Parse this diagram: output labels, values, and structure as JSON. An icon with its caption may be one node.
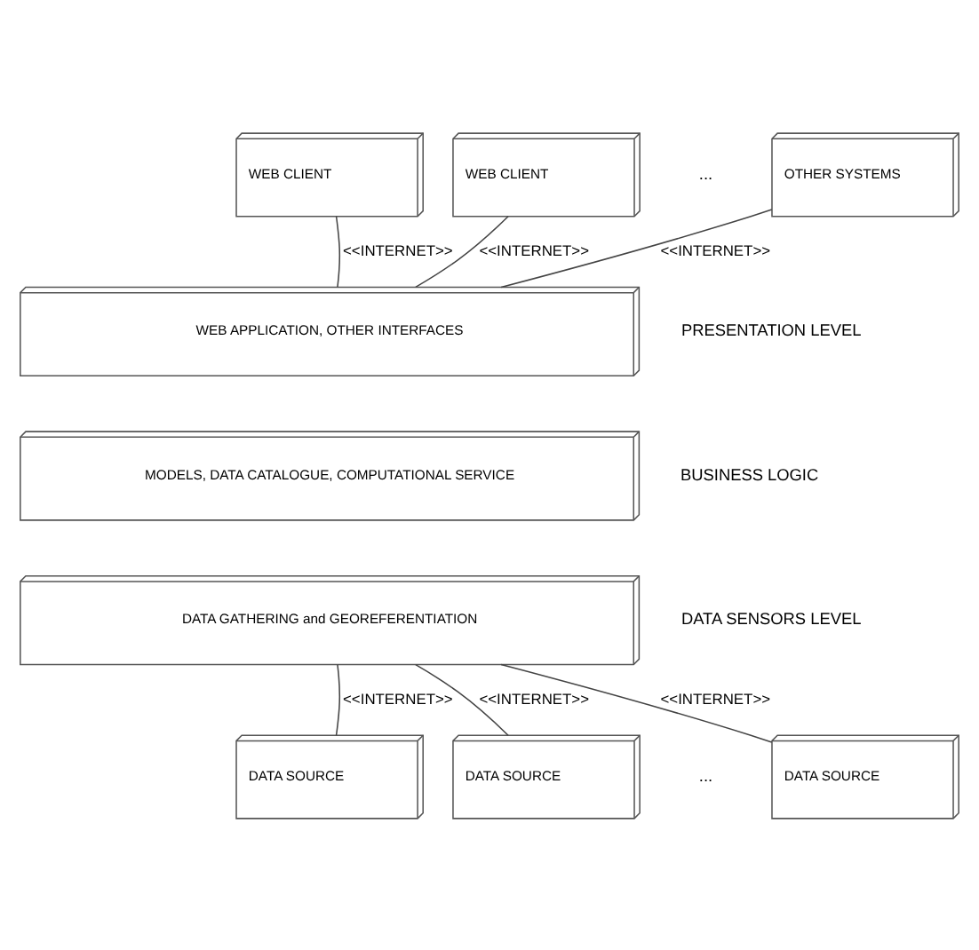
{
  "diagram": {
    "nodes": [
      {
        "text": [
          "WEB CLIENT"
        ]
      },
      {
        "text": [
          "WEB CLIENT"
        ]
      },
      {
        "text": [
          "OTHER SYSTEMS"
        ]
      },
      {
        "text": [
          "WEB APPLICATION, OTHER INTERFACES"
        ]
      },
      {
        "text": [
          "MODELS, DATA CATALOGUE, COMPUTATIONAL SERVICE"
        ]
      },
      {
        "text": [
          "DATA GATHERING and GEOREFERENTIATION"
        ]
      },
      {
        "text": [
          "DATA SOURCE"
        ]
      },
      {
        "text": [
          "DATA SOURCE"
        ]
      },
      {
        "text": [
          "DATA SOURCE"
        ]
      }
    ],
    "edges": [
      {
        "from": 0,
        "to": 3,
        "arrow": "none",
        "label": "<<INTERNET>>"
      },
      {
        "from": 1,
        "to": 3,
        "arrow": "none",
        "label": "<<INTERNET>>"
      },
      {
        "from": 2,
        "to": 3,
        "arrow": "none",
        "label": "<<INTERNET>>"
      },
      {
        "from": 5,
        "to": 6,
        "arrow": "none",
        "label": "<<INTERNET>>"
      },
      {
        "from": 5,
        "to": 7,
        "arrow": "none",
        "label": "<<INTERNET>>"
      },
      {
        "from": 5,
        "to": 8,
        "arrow": "none",
        "label": "<<INTERNET>>"
      }
    ],
    "labels": [
      "...",
      "PRESENTATION LEVEL",
      "BUSINESS LOGIC",
      "DATA SENSORS LEVEL",
      "..."
    ]
  }
}
